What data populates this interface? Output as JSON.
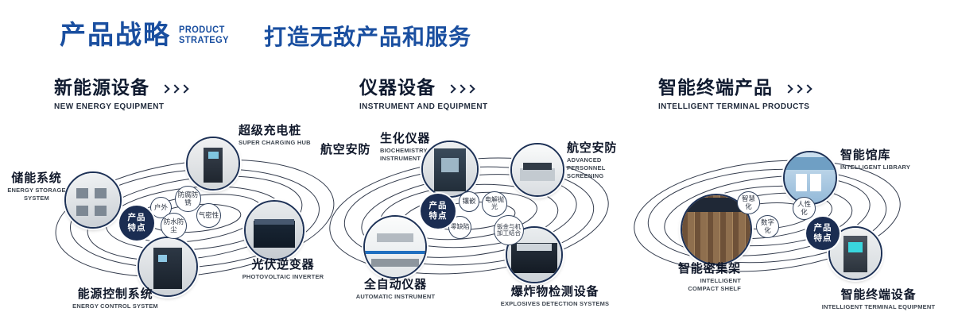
{
  "header": {
    "title": "产品战略",
    "title_en_line1": "PRODUCT",
    "title_en_line2": "STRATEGY",
    "slogan": "打造无敌产品和服务"
  },
  "colors": {
    "primary_blue": "#1a4fa0",
    "navy": "#16233f",
    "badge_navy": "#1b2d52"
  },
  "sections": [
    {
      "title": "新能源设备",
      "subtitle": "NEW ENERGY EQUIPMENT",
      "feature_badge": "产品特点",
      "features": [
        "户外",
        "防腐防锈",
        "防水防尘",
        "气密性"
      ],
      "products": [
        {
          "name": "储能系统",
          "en": "ENERGY STORAGE SYSTEM"
        },
        {
          "name": "超级充电桩",
          "en": "SUPER CHARGING HUB"
        },
        {
          "name": "光伏逆变器",
          "en": "PHOTOVOLTAIC INVERTER"
        },
        {
          "name": "能源控制系统",
          "en": "ENERGY CONTROL SYSTEM"
        }
      ]
    },
    {
      "title": "仪器设备",
      "subtitle": "INSTRUMENT AND EQUIPMENT",
      "feature_badge": "产品特点",
      "aviation_label": "航空安防",
      "features": [
        "镶嵌",
        "电解抛光",
        "零缺陷",
        "钣金与机加工结合"
      ],
      "products": [
        {
          "name": "生化仪器",
          "en": "BIOCHEMISTRY INSTRUMENT"
        },
        {
          "name": "航空安防",
          "en": "ADVANCED PERSONNEL SCREENING"
        },
        {
          "name": "全自动仪器",
          "en": "AUTOMATIC INSTRUMENT"
        },
        {
          "name": "爆炸物检测设备",
          "en": "EXPLOSIVES DETECTION SYSTEMS"
        }
      ]
    },
    {
      "title": "智能终端产品",
      "subtitle": "INTELLIGENT TERMINAL PRODUCTS",
      "feature_badge": "产品特点",
      "features": [
        "智慧化",
        "人性化",
        "数字化"
      ],
      "products": [
        {
          "name": "智能馆库",
          "en": "INTELLIGENT LIBRARY"
        },
        {
          "name": "智能密集架",
          "en": "INTELLIGENT COMPACT SHELF"
        },
        {
          "name": "智能终端设备",
          "en": "INTELLIGENT TERMINAL EQUIPMENT"
        }
      ]
    }
  ]
}
